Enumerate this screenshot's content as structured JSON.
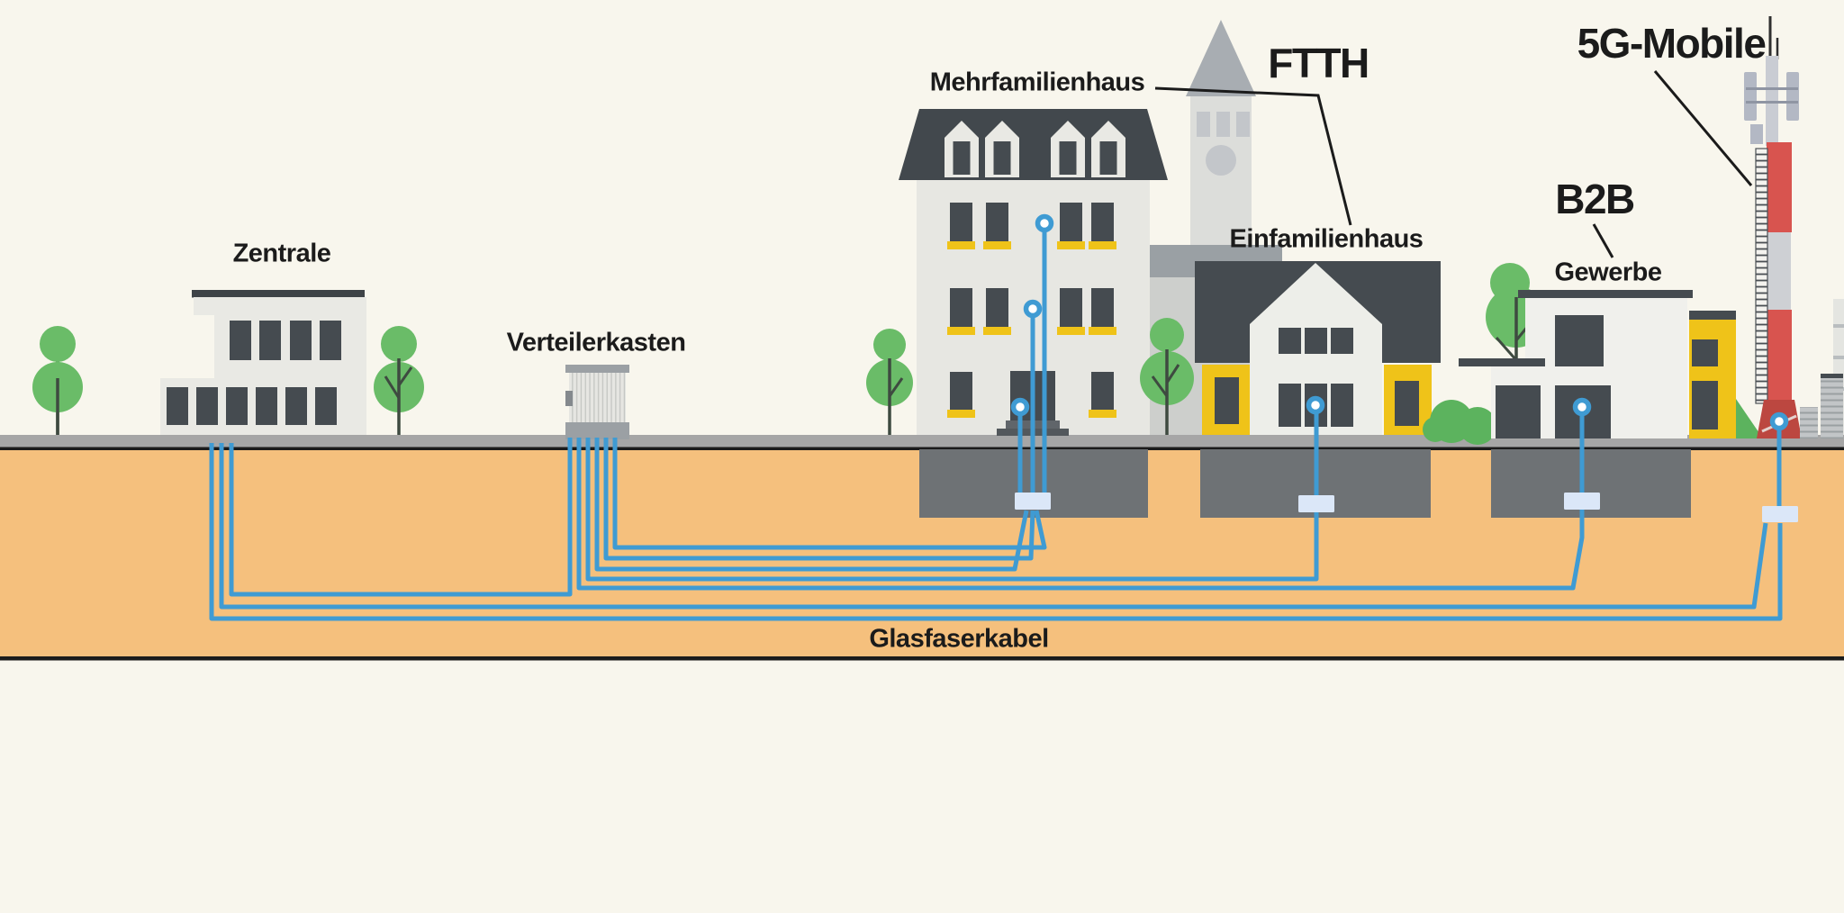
{
  "labels": {
    "zentrale": "Zentrale",
    "verteilerkasten": "Verteilerkasten",
    "mehrfamilienhaus": "Mehrfamilienhaus",
    "ftth": "FTTH",
    "einfamilienhaus": "Einfamilienhaus",
    "b2b": "B2B",
    "gewerbe": "Gewerbe",
    "mobile_5g": "5G-Mobile",
    "glasfaserkabel": "Glasfaserkabel"
  },
  "colors": {
    "background_cream": "#f8f6ed",
    "underground_orange": "#f5c07d",
    "sidewalk_gray": "#a6a6a6",
    "outline_black": "#1b1b1b",
    "building_light_gray": "#e9e9e4",
    "roof_window_dark": "#454b50",
    "basement_gray": "#6e7275",
    "accent_yellow": "#efc319",
    "tree_green": "#6abc68",
    "bush_green": "#5cb35e",
    "cable_blue": "#3f9bd3",
    "connector_box_blue": "#dbe7f8",
    "mast_red": "#d8544f",
    "mast_base_red": "#bc4740",
    "church_gray": "#dcddda"
  },
  "diagram": {
    "type": "fiber-network-schematic",
    "nodes": [
      {
        "id": "zentrale",
        "label": "Zentrale",
        "role": "central-office"
      },
      {
        "id": "verteilerkasten",
        "label": "Verteilerkasten",
        "role": "street-distribution-cabinet"
      },
      {
        "id": "mehrfamilienhaus",
        "label": "Mehrfamilienhaus",
        "role": "multi-family-home",
        "tag": "FTTH"
      },
      {
        "id": "einfamilienhaus",
        "label": "Einfamilienhaus",
        "role": "single-family-home",
        "tag": "FTTH"
      },
      {
        "id": "gewerbe",
        "label": "Gewerbe",
        "role": "business",
        "tag": "B2B"
      },
      {
        "id": "mobile_5g",
        "label": "5G-Mobile",
        "role": "mobile-radio-mast"
      }
    ],
    "links": [
      {
        "from": "zentrale",
        "to": "verteilerkasten",
        "cables": 1,
        "medium": "Glasfaserkabel",
        "route": "underground"
      },
      {
        "from": "zentrale",
        "to": "mobile_5g",
        "cables": 2,
        "medium": "Glasfaserkabel",
        "route": "underground"
      },
      {
        "from": "verteilerkasten",
        "to": "mehrfamilienhaus",
        "cables": 3,
        "medium": "Glasfaserkabel",
        "route": "underground"
      },
      {
        "from": "verteilerkasten",
        "to": "einfamilienhaus",
        "cables": 1,
        "medium": "Glasfaserkabel",
        "route": "underground"
      },
      {
        "from": "verteilerkasten",
        "to": "gewerbe",
        "cables": 1,
        "medium": "Glasfaserkabel",
        "route": "underground"
      }
    ],
    "cable_label": "Glasfaserkabel"
  }
}
